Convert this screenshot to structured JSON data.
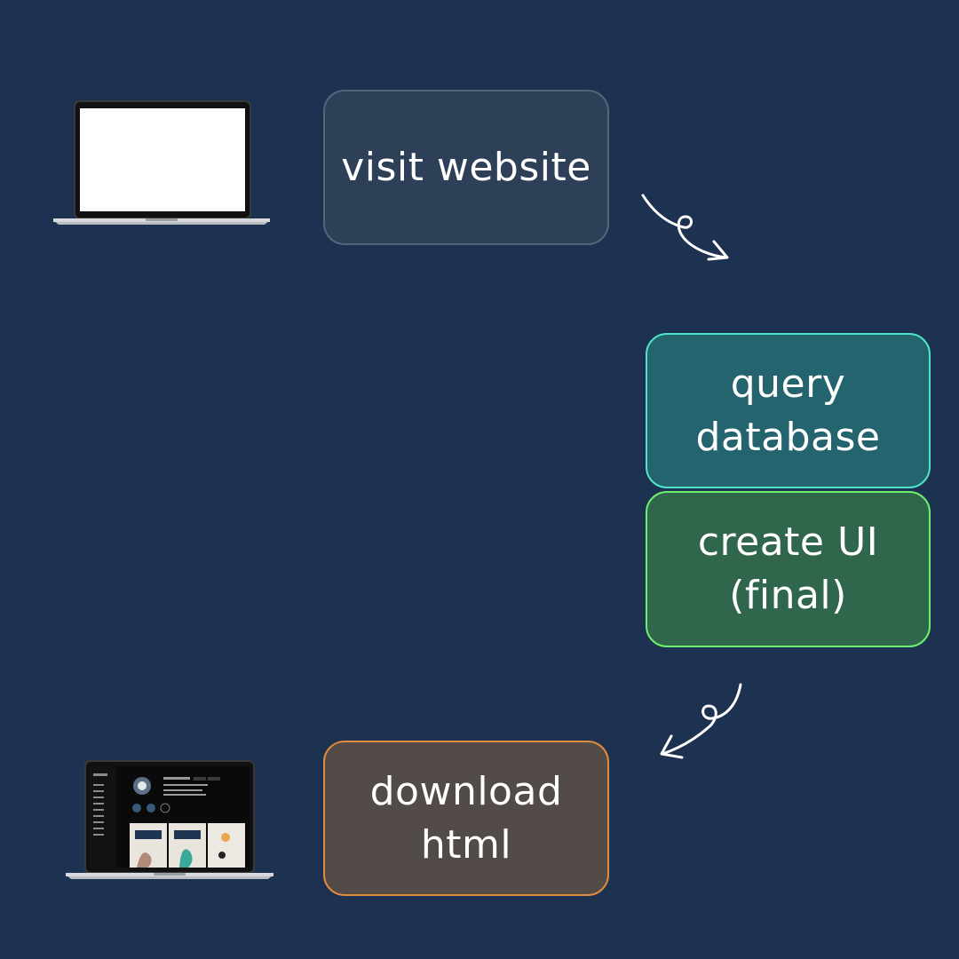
{
  "colors": {
    "background": "#1d3150",
    "text": "#ffffff",
    "visit_fill": "#2e3f58",
    "visit_border": "#55657a",
    "query_fill": "#23646e",
    "query_border": "#4fe3c8",
    "create_fill": "#30664b",
    "create_border": "#6df06d",
    "download_fill": "#524b48",
    "download_border": "#e08c3c"
  },
  "steps": {
    "visit": {
      "lines": [
        "visit website"
      ]
    },
    "query": {
      "lines": [
        "query",
        "database"
      ]
    },
    "create": {
      "lines": [
        "create UI",
        "(final)"
      ]
    },
    "download": {
      "lines": [
        "download",
        "html"
      ]
    }
  },
  "icons": {
    "laptop_blank": "laptop-icon",
    "laptop_with_page": "laptop-icon",
    "arrow": "curly-arrow-icon"
  }
}
